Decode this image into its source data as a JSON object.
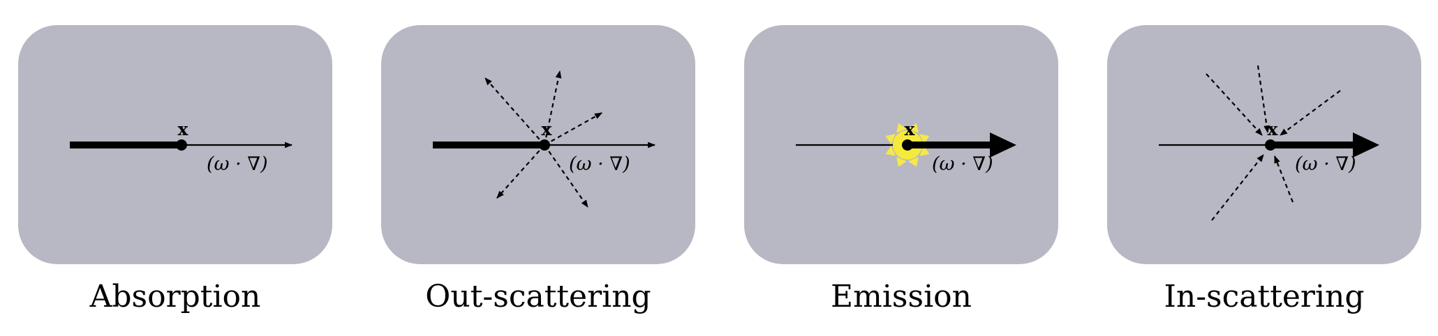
{
  "panel_color": "#b7b8c3",
  "sun_color": "#f5ea3a",
  "sun_ray_color": "#f5e84a",
  "ink_color": "#000000",
  "panels": [
    {
      "id": "absorption",
      "caption": "Absorption",
      "point_label": "x",
      "operator_label": "(ω · ∇)",
      "icon": "thick-to-thin-ray"
    },
    {
      "id": "out-scattering",
      "caption": "Out-scattering",
      "point_label": "x",
      "operator_label": "(ω · ∇)",
      "icon": "outgoing-dashed-arrows"
    },
    {
      "id": "emission",
      "caption": "Emission",
      "point_label": "x",
      "operator_label": "(ω · ∇)",
      "icon": "sun-emitter"
    },
    {
      "id": "in-scattering",
      "caption": "In-scattering",
      "point_label": "x",
      "operator_label": "(ω · ∇)",
      "icon": "incoming-dashed-arrows"
    }
  ]
}
